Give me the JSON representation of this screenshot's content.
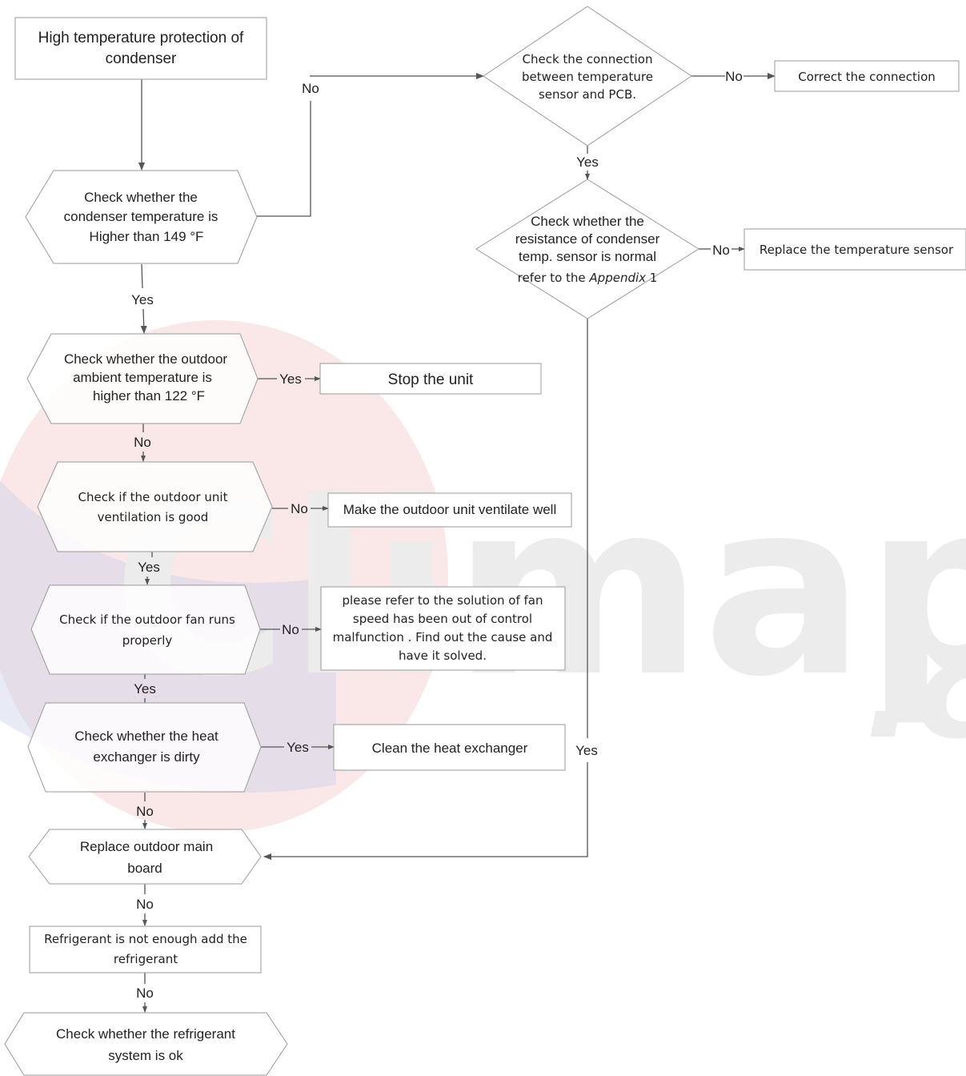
{
  "watermark": {
    "text": "Climaproyecto",
    "suffix": ".c"
  },
  "nodes": {
    "start": [
      "High temperature protection of",
      "condenser"
    ],
    "check_condenser_temp": [
      "Check whether the",
      "condenser temperature is",
      "Higher  than 149 °F"
    ],
    "check_connection": [
      "Check the connection",
      "between temperature",
      "sensor and PCB."
    ],
    "correct_connection": [
      "Correct the connection"
    ],
    "check_resistance": [
      "Check whether the",
      "resistance of condenser",
      "temp. sensor is normal",
      "refer to the "
    ],
    "check_resistance_italic": "Appendix",
    "check_resistance_tail": " 1",
    "replace_sensor": [
      "Replace the temperature sensor"
    ],
    "check_ambient": [
      "Check whether the outdoor",
      "ambient temperature is",
      "higher than 122 °F"
    ],
    "stop_unit": [
      "Stop the unit"
    ],
    "check_ventilation": [
      "Check if the outdoor unit",
      "ventilation is good"
    ],
    "make_ventilate": [
      "Make the outdoor unit ventilate well"
    ],
    "check_fan": [
      "Check if the outdoor fan runs",
      "properly"
    ],
    "fan_solution": [
      "please refer to the solution of fan",
      "speed has been out of control",
      "malfunction . Find out the cause and",
      "have it solved."
    ],
    "check_heat_exchanger": [
      "Check whether the heat",
      "exchanger is dirty"
    ],
    "clean_heat_exchanger": [
      "Clean the heat exchanger"
    ],
    "replace_main_board": [
      "Replace outdoor main",
      "board"
    ],
    "refrigerant_not_enough": [
      "Refrigerant is not enough add the",
      "refrigerant"
    ],
    "check_refrigerant_system": [
      "Check whether the refrigerant",
      "system is ok"
    ]
  },
  "edge_labels": {
    "condenser_no": "No",
    "connection_no": "No",
    "connection_yes": "Yes",
    "resistance_no": "No",
    "resistance_yes": "Yes",
    "condenser_yes": "Yes",
    "ambient_yes": "Yes",
    "ambient_no": "No",
    "ventilation_no": "No",
    "ventilation_yes": "Yes",
    "fan_no": "No",
    "fan_yes": "Yes",
    "heat_yes": "Yes",
    "heat_no": "No",
    "board_no": "No",
    "refrigerant_no": "No"
  },
  "colors": {
    "watermark_red": "#f3c9c9",
    "watermark_blue": "#ccd3ea",
    "line": "#555555",
    "border": "#9a9a9a"
  }
}
